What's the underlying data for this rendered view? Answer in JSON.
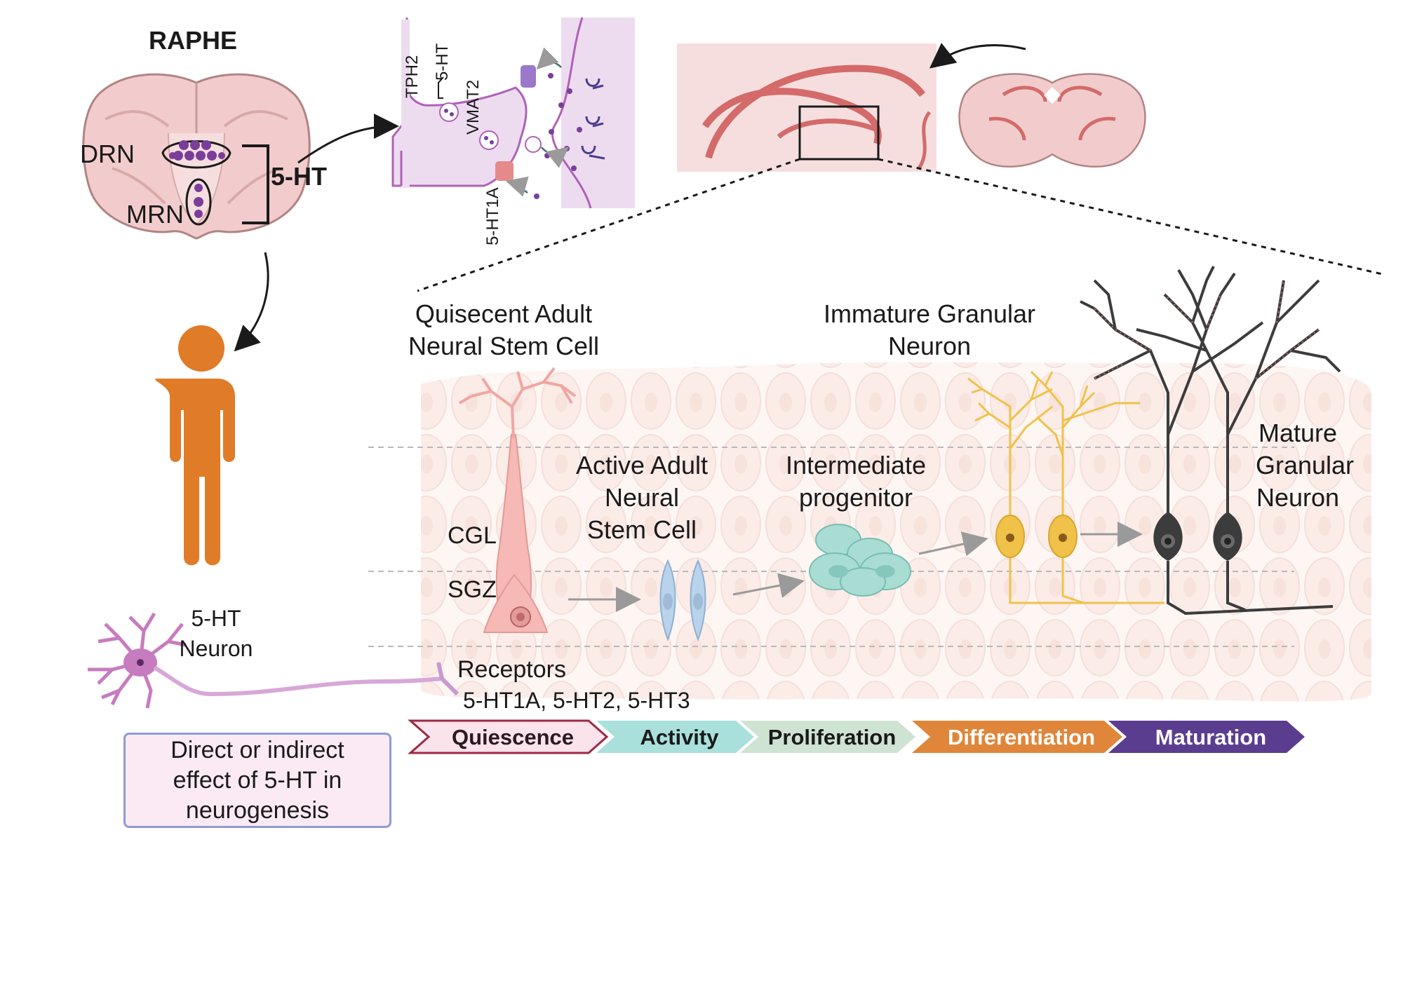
{
  "raphe": {
    "title": "RAPHE",
    "drn": "DRN",
    "mrn": "MRN",
    "ht": "5-HT"
  },
  "synapse": {
    "tph2": "TPH2",
    "ht": "5-HT",
    "vmat2": "VMAT2",
    "ht1a": "5-HT1A"
  },
  "cells": {
    "quiescent": [
      "Quisecent Adult",
      "Neural Stem Cell"
    ],
    "active": [
      "Active Adult",
      "Neural",
      "Stem Cell"
    ],
    "intermediate": [
      "Intermediate",
      "progenitor"
    ],
    "immature": [
      "Immature Granular",
      "Neuron"
    ],
    "mature": [
      "Mature",
      "Granular",
      "Neuron"
    ]
  },
  "layers": {
    "cgl": "CGL",
    "sgz": "SGZ"
  },
  "neuron": {
    "label": [
      "5-HT",
      "Neuron"
    ],
    "receptors_title": "Receptors",
    "receptors_list": "5-HT1A, 5-HT2, 5-HT3"
  },
  "effect_box": [
    "Direct or indirect",
    "effect of 5-HT in",
    "neurogenesis"
  ],
  "stages": [
    {
      "label": "Quiescence",
      "color": "#fbe3ec",
      "text_color": "#2b1a22",
      "stroke": "#9b2a45"
    },
    {
      "label": "Activity",
      "color": "#a9e0dc",
      "text_color": "#1a1a1a",
      "stroke": "none"
    },
    {
      "label": "Proliferation",
      "color": "#cfe3d2",
      "text_color": "#1a1a1a",
      "stroke": "none"
    },
    {
      "label": "Differentiation",
      "color": "#e0863a",
      "text_color": "#ffffff",
      "stroke": "none"
    },
    {
      "label": "Maturation",
      "color": "#5b3d8f",
      "text_color": "#ffffff",
      "stroke": "none"
    }
  ],
  "colors": {
    "person": "#e07b28",
    "brain": "#f2cccc",
    "brain_stroke": "#b08484",
    "serotonin": "#7a3e9a",
    "hippocampus": "#d46a6a",
    "qsc": "#f6b9b5",
    "asc": "#b9d3ea",
    "ip": "#a9ddd4",
    "immature": "#f0c24a",
    "mature": "#3c3c3c",
    "neuron_5ht": "#c77cbf"
  }
}
